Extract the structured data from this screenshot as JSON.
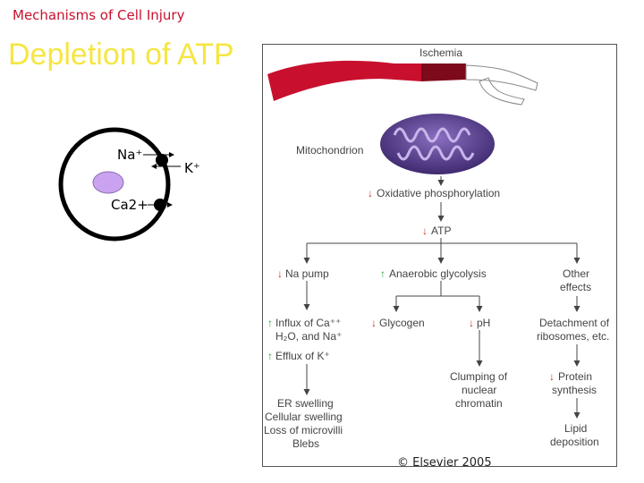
{
  "header": {
    "subtitle": "Mechanisms of Cell Injury",
    "title": "Depletion of ATP"
  },
  "cell": {
    "na_label": "Na⁺",
    "k_label": "K⁺",
    "ca_label": "Ca2+"
  },
  "flowchart": {
    "ischemia": "Ischemia",
    "mitochondrion": "Mitochondrion",
    "oxphos": "Oxidative phosphorylation",
    "atp": "ATP",
    "na_pump": "Na pump",
    "anaerobic": "Anaerobic glycolysis",
    "other_effects_1": "Other",
    "other_effects_2": "effects",
    "influx_1": "Influx of Ca⁺⁺",
    "influx_2": "H₂O, and Na⁺",
    "efflux": "Efflux of K⁺",
    "glycogen": "Glycogen",
    "ph": "pH",
    "detach_1": "Detachment of",
    "detach_2": "ribosomes, etc.",
    "er_swelling": "ER swelling",
    "cell_swelling": "Cellular swelling",
    "loss_microvilli": "Loss of microvilli",
    "blebs": "Blebs",
    "clumping_1": "Clumping of",
    "clumping_2": "nuclear",
    "clumping_3": "chromatin",
    "protein_1": "Protein",
    "protein_2": "synthesis",
    "lipid_1": "Lipid",
    "lipid_2": "deposition",
    "copyright": "© Elsevier 2005"
  },
  "colors": {
    "title": "#f5e642",
    "subtitle": "#c8102e",
    "down_arrow": "#d0302a",
    "up_arrow": "#2a9a3a",
    "mitochondrion": "#5a3f8c",
    "vessel": "#c8102e",
    "nucleus": "#c9a3f0"
  }
}
